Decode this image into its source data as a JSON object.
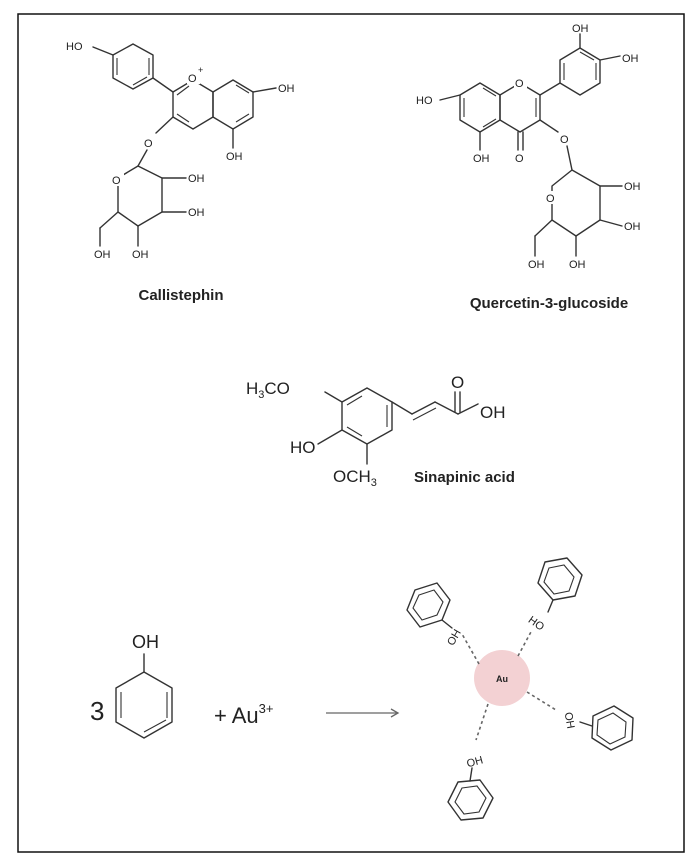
{
  "molecules": {
    "callistephin": {
      "name": "Callistephin",
      "labels": {
        "ho_phenyl": "HO",
        "oxonium": "O",
        "charge": "+",
        "oh_right": "OH",
        "oh_bottom": "OH",
        "o_link": "O",
        "o_ring": "O",
        "oh_g1": "OH",
        "oh_g2": "OH",
        "oh_g3": "OH",
        "oh_g4": "OH"
      }
    },
    "quercetin": {
      "name": "Quercetin-3-glucoside",
      "labels": {
        "oh_top1": "OH",
        "oh_top2": "OH",
        "ho_left": "HO",
        "o_ring": "O",
        "oh_bottom": "OH",
        "o_keto": "O",
        "o_link": "O",
        "o_glc": "O",
        "oh_g1": "OH",
        "oh_g2": "OH",
        "oh_g3": "OH",
        "oh_g4": "OH"
      }
    },
    "sinapinic": {
      "name": "Sinapinic acid",
      "labels": {
        "h3co": "H3CO",
        "ho": "HO",
        "och3": "OCH3",
        "o_carbonyl": "O",
        "oh_acid": "OH"
      }
    }
  },
  "reaction": {
    "coefficient": "3",
    "phenol_oh": "OH",
    "plus_au": "+ Au",
    "au_charge": "3+",
    "center": "Au",
    "ligand_oh": [
      "OH",
      "HO",
      "OH",
      "OH"
    ]
  }
}
